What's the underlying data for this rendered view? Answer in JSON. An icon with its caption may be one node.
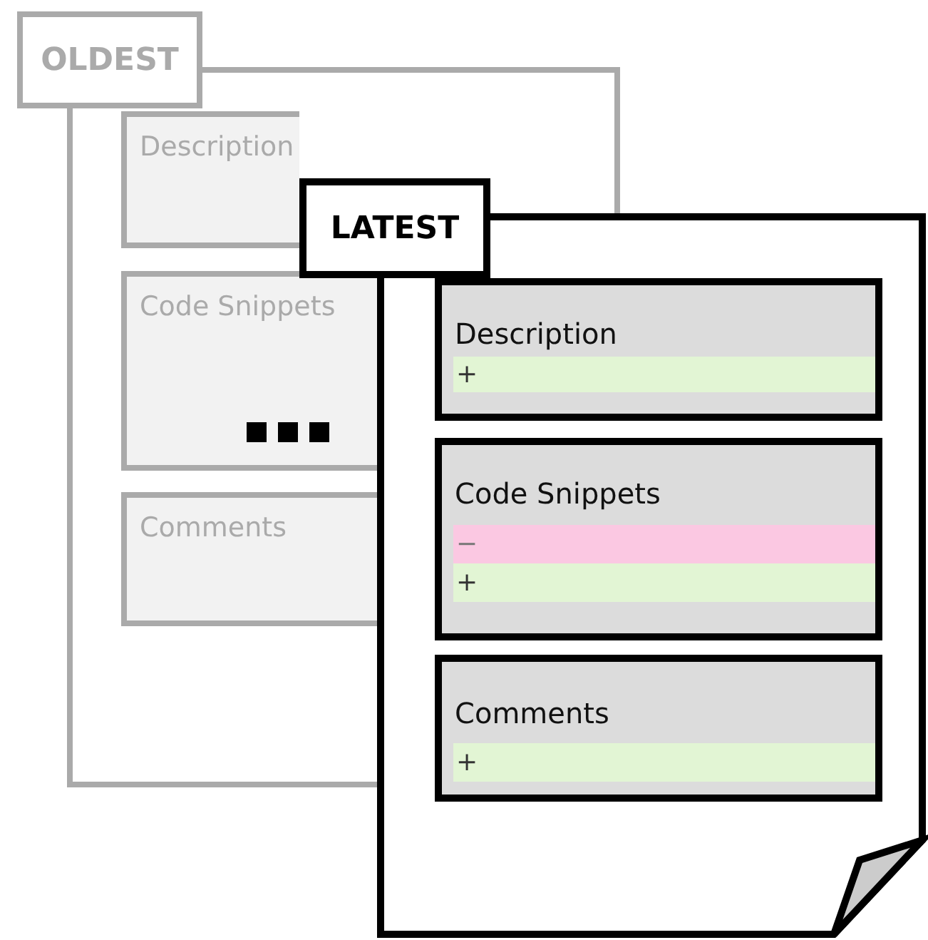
{
  "diagram": {
    "nodes": [
      {
        "text": [
          "OLDEST"
        ]
      },
      {
        "text": [
          "Description"
        ],
        "in": 0
      },
      {
        "text": [
          "Code Snippets"
        ],
        "in": 0
      },
      {
        "text": [
          "Comments"
        ],
        "in": 0
      },
      {
        "text": [
          "LATEST"
        ]
      },
      {
        "text": [
          "Description"
        ],
        "in": 4
      },
      {
        "text": [
          "+"
        ],
        "in": 5
      },
      {
        "text": [
          "Code Snippets"
        ],
        "in": 4
      },
      {
        "text": [
          "−"
        ],
        "in": 7
      },
      {
        "text": [
          "+"
        ],
        "in": 7
      },
      {
        "text": [
          "Comments"
        ],
        "in": 4
      },
      {
        "text": [
          "+"
        ],
        "in": 10
      }
    ]
  }
}
